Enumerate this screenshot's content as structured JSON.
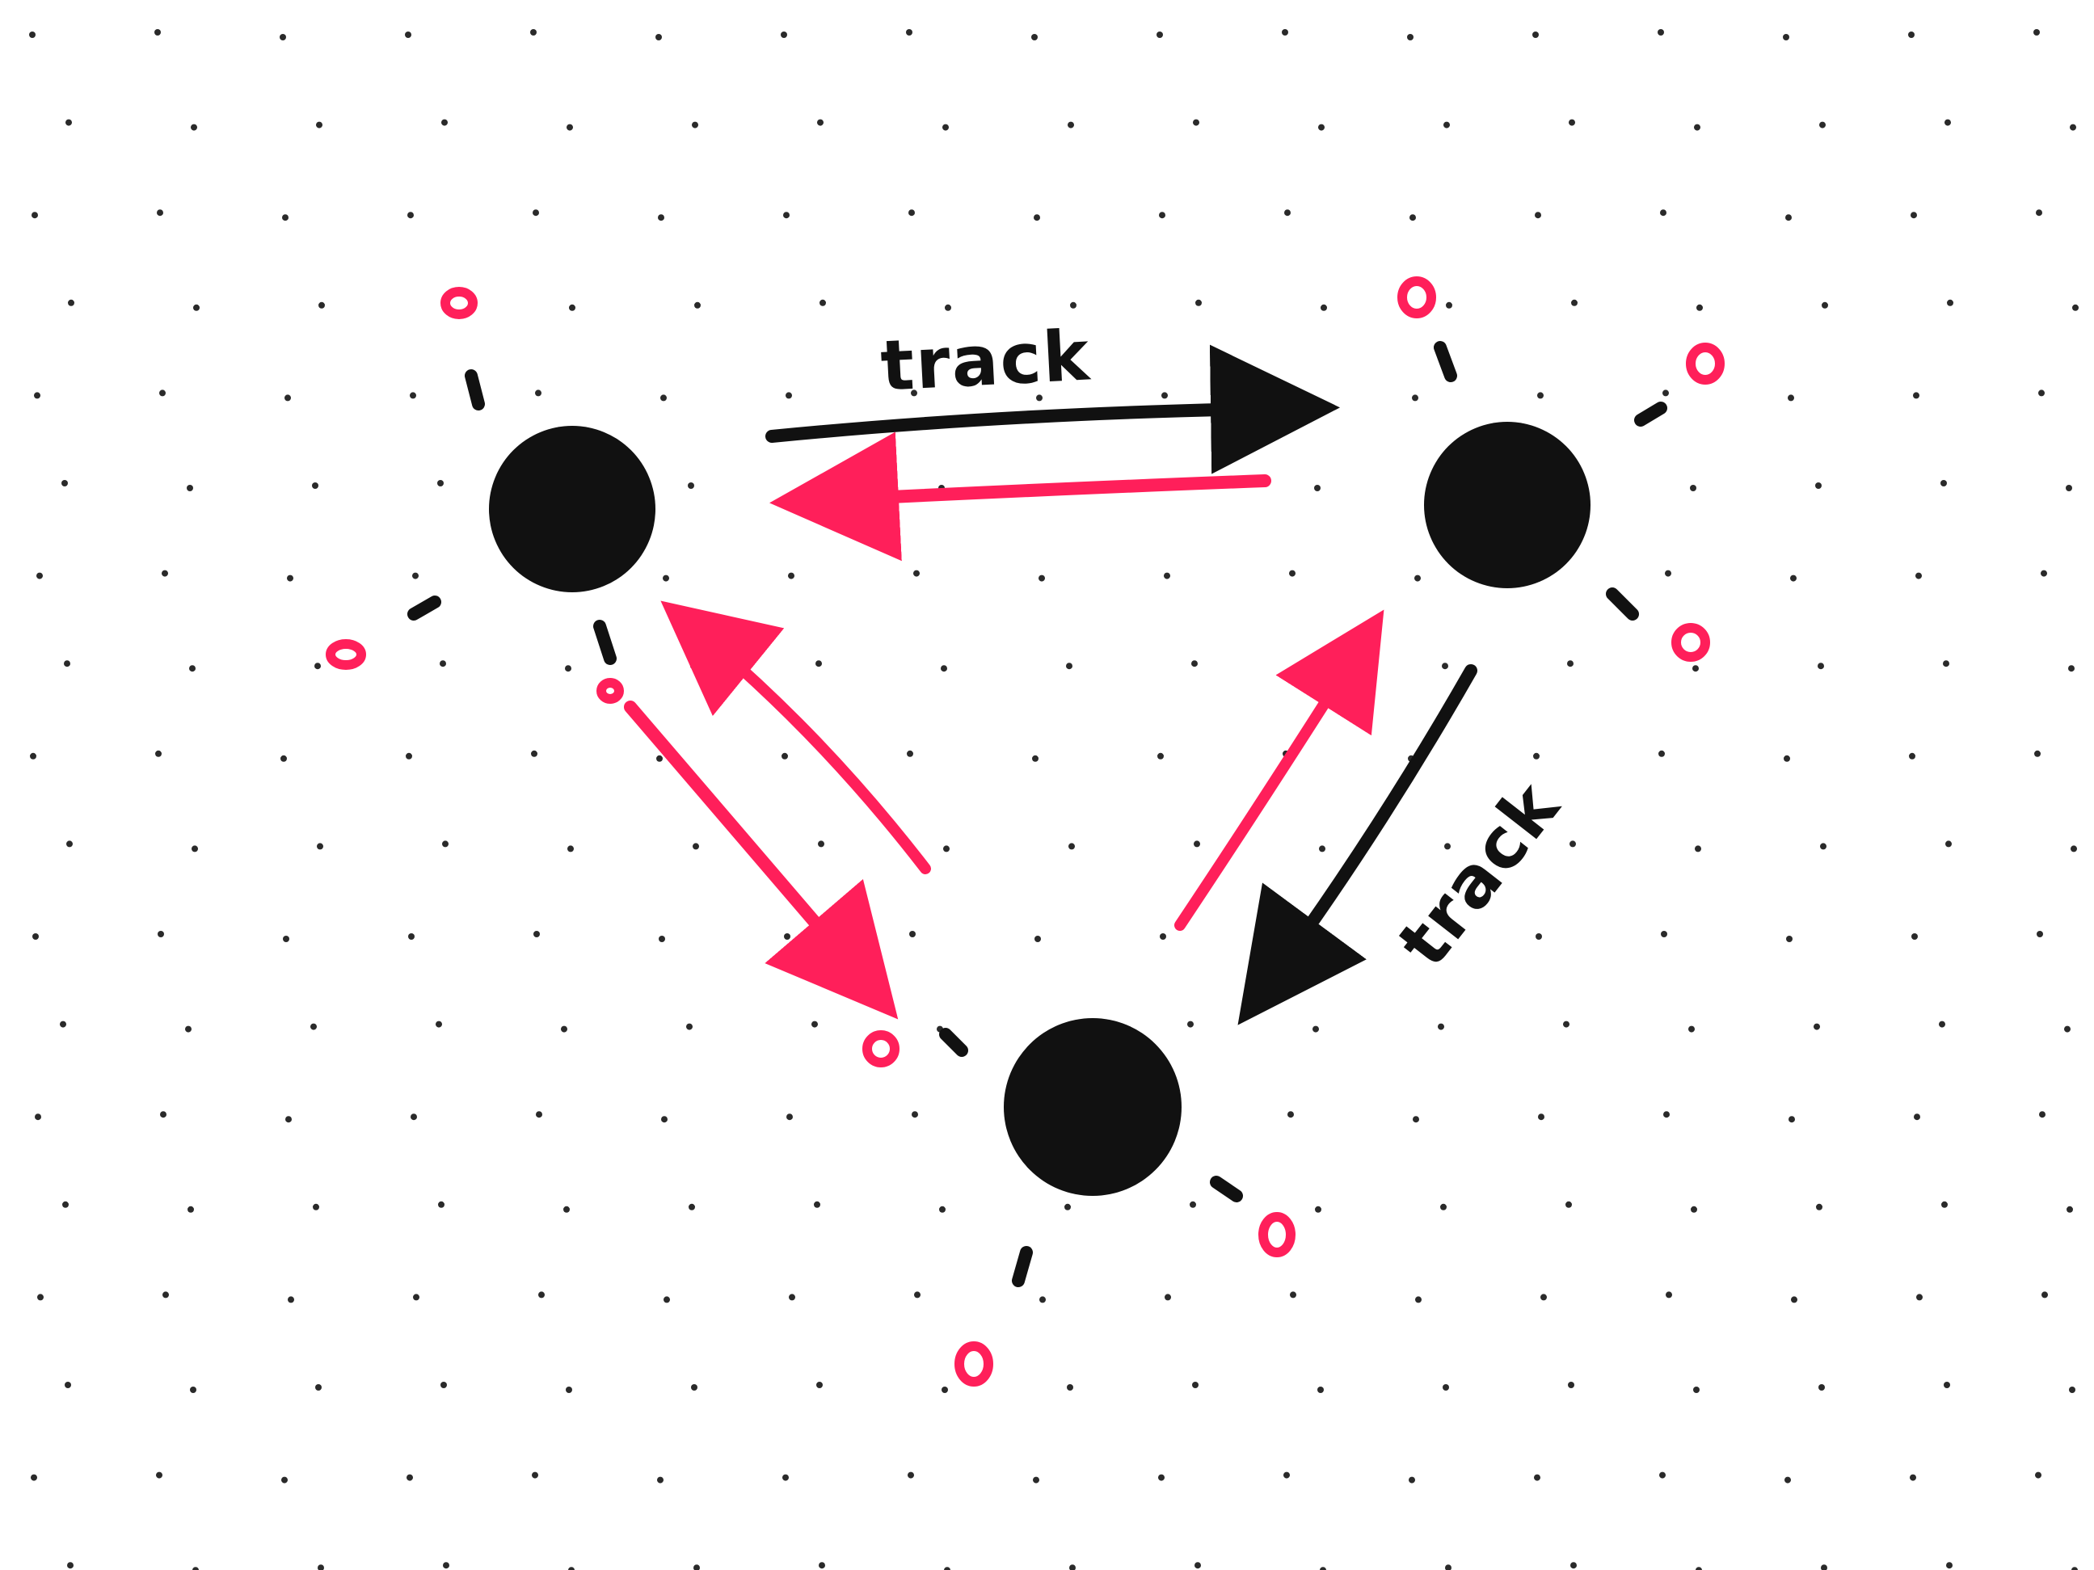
{
  "colors": {
    "background": "#ffffff",
    "ink_black": "#111111",
    "ink_pink": "#ff1f5a",
    "paper_dots": "#2a2a2a"
  },
  "nodes": [
    {
      "id": "node-top-left"
    },
    {
      "id": "node-top-right"
    },
    {
      "id": "node-bottom"
    }
  ],
  "edges": [
    {
      "id": "track-top",
      "from": "node-top-left",
      "to": "node-top-right",
      "color": "black",
      "label": "track"
    },
    {
      "id": "return-top",
      "from": "node-top-right",
      "to": "node-top-left",
      "color": "pink",
      "label": ""
    },
    {
      "id": "track-right",
      "from": "node-top-right",
      "to": "node-bottom",
      "color": "black",
      "label": "track"
    },
    {
      "id": "return-right",
      "from": "node-bottom",
      "to": "node-top-right",
      "color": "pink",
      "label": ""
    },
    {
      "id": "link-left-down",
      "from": "node-top-left",
      "to": "node-bottom",
      "color": "pink",
      "label": ""
    },
    {
      "id": "link-left-up",
      "from": "node-bottom",
      "to": "node-top-left",
      "color": "pink",
      "label": ""
    }
  ],
  "labels": {
    "track_top": "track",
    "track_right": "track"
  }
}
